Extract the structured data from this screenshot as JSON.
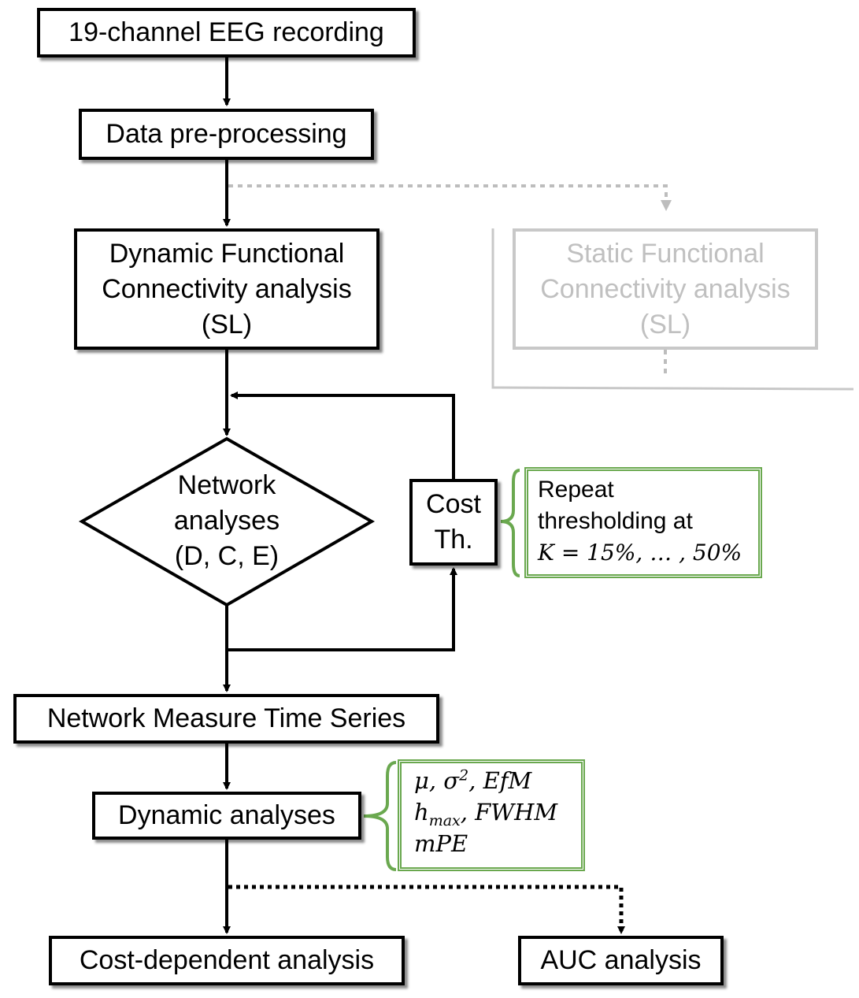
{
  "nodes": {
    "eeg": "19-channel EEG recording",
    "preprocess": "Data pre-processing",
    "dfc": [
      "Dynamic Functional",
      "Connectivity analysis",
      "(SL)"
    ],
    "sfc": [
      "Static Functional",
      "Connectivity analysis",
      "(SL)"
    ],
    "network": [
      "Network",
      "analyses",
      "(D, C, E)"
    ],
    "cost": [
      "Cost",
      "Th."
    ],
    "nmts": "Network Measure Time Series",
    "dynamic": "Dynamic analyses",
    "costdep": "Cost-dependent analysis",
    "auc": "AUC analysis"
  },
  "notes": {
    "threshold": {
      "line1": "Repeat",
      "line2": "thresholding at",
      "formula": "K = 15%, … , 50%"
    },
    "measures": {
      "line1": "μ, σ",
      "line1_sup": "2",
      "line1_rest": ", EfM",
      "line2": "h",
      "line2_sub": "max",
      "line2_rest": ", FWHM",
      "line3": "mPE"
    }
  },
  "colors": {
    "main": "#000000",
    "inactive": "#c8c8c8",
    "note_border": "#6aa84f"
  }
}
